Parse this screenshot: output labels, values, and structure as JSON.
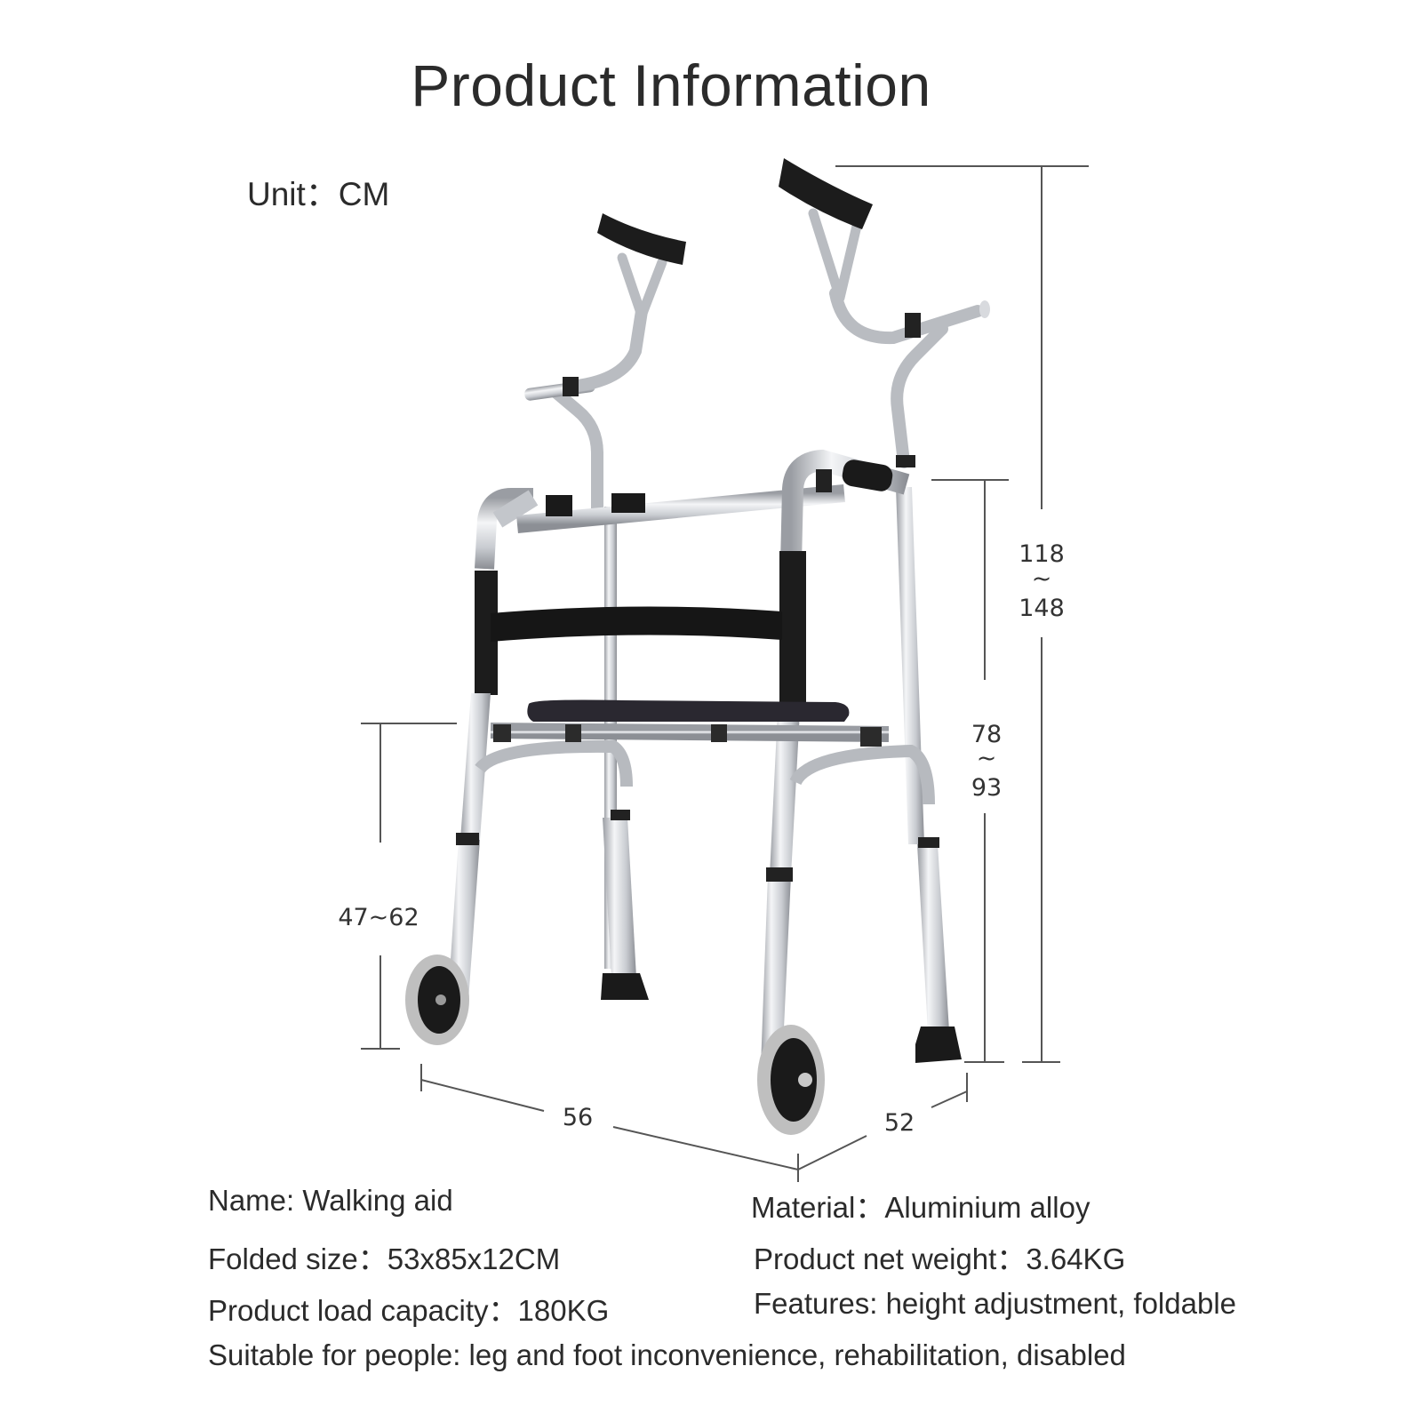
{
  "title": "Product Information",
  "unit": "Unit：CM",
  "dimensions": {
    "total_height_min": "118",
    "total_height_sep": "~",
    "total_height_max": "148",
    "handle_height_min": "78",
    "handle_height_sep": "~",
    "handle_height_max": "93",
    "seat_height": "47~62",
    "width": "56",
    "depth": "52"
  },
  "specs": {
    "name": "Name: Walking aid",
    "material": "Material：Aluminium alloy",
    "folded_size": "Folded size：53x85x12CM",
    "net_weight": "Product net weight：3.64KG",
    "load_capacity": "Product load capacity：180KG",
    "features": "Features: height adjustment, foldable",
    "suitable": "Suitable for people: leg and foot inconvenience, rehabilitation, disabled"
  }
}
